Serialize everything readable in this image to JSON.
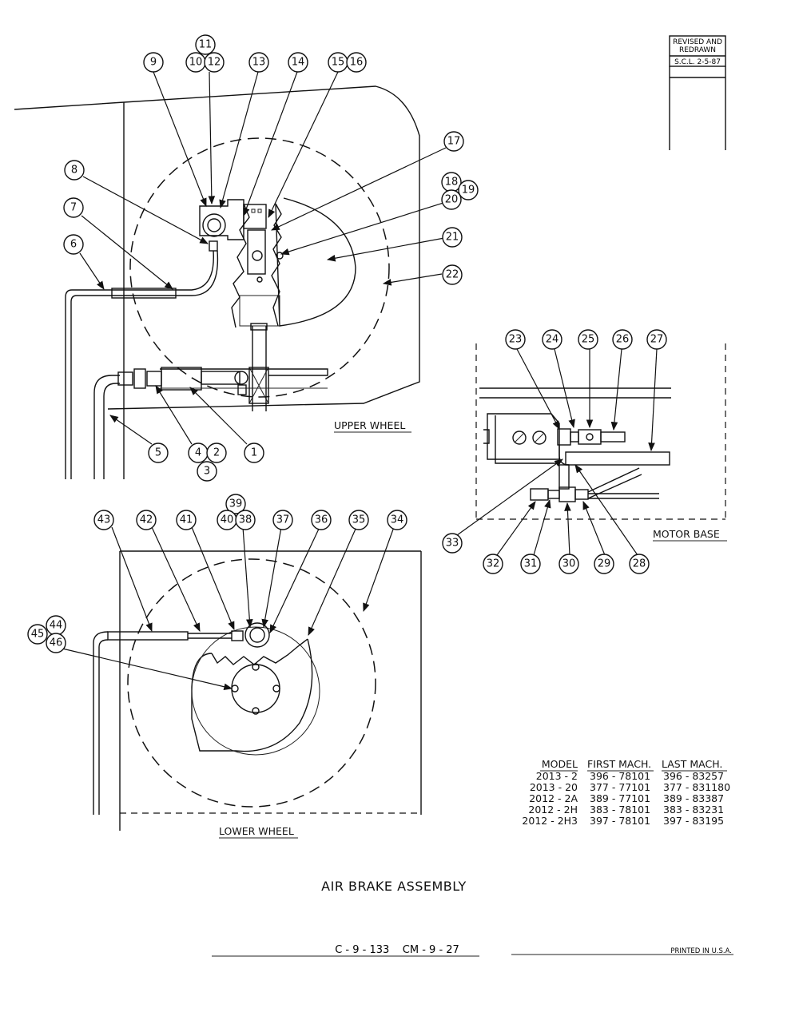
{
  "revision": {
    "line1": "REVISED AND",
    "line2": "REDRAWN",
    "line3": "S.C.L. 2-5-87"
  },
  "labels": {
    "upper_wheel": "UPPER WHEEL",
    "lower_wheel": "LOWER WHEEL",
    "motor_base": "MOTOR BASE"
  },
  "title": "AIR BRAKE ASSEMBLY",
  "footer": {
    "code": "C - 9 - 133    CM - 9 - 27",
    "printed": "PRINTED IN U.S.A."
  },
  "model_table": {
    "headers": [
      "MODEL",
      "FIRST MACH.",
      "LAST MACH."
    ],
    "rows": [
      [
        "2013 - 2",
        "396 - 78101",
        "396 - 83257"
      ],
      [
        "2013 - 20",
        "377 - 77101",
        "377 - 831180"
      ],
      [
        "2012 - 2A",
        "389 - 77101",
        "389 - 83387"
      ],
      [
        "2012 - 2H",
        "383 - 78101",
        "383 - 83231"
      ],
      [
        "2012 - 2H3",
        "397 - 78101",
        "397 - 83195"
      ]
    ]
  },
  "callouts": [
    "1",
    "2",
    "3",
    "4",
    "5",
    "6",
    "7",
    "8",
    "9",
    "10",
    "11",
    "12",
    "13",
    "14",
    "15",
    "16",
    "17",
    "18",
    "19",
    "20",
    "21",
    "22",
    "23",
    "24",
    "25",
    "26",
    "27",
    "28",
    "29",
    "30",
    "31",
    "32",
    "33",
    "34",
    "35",
    "36",
    "37",
    "38",
    "39",
    "40",
    "41",
    "42",
    "43",
    "44",
    "45",
    "46"
  ]
}
